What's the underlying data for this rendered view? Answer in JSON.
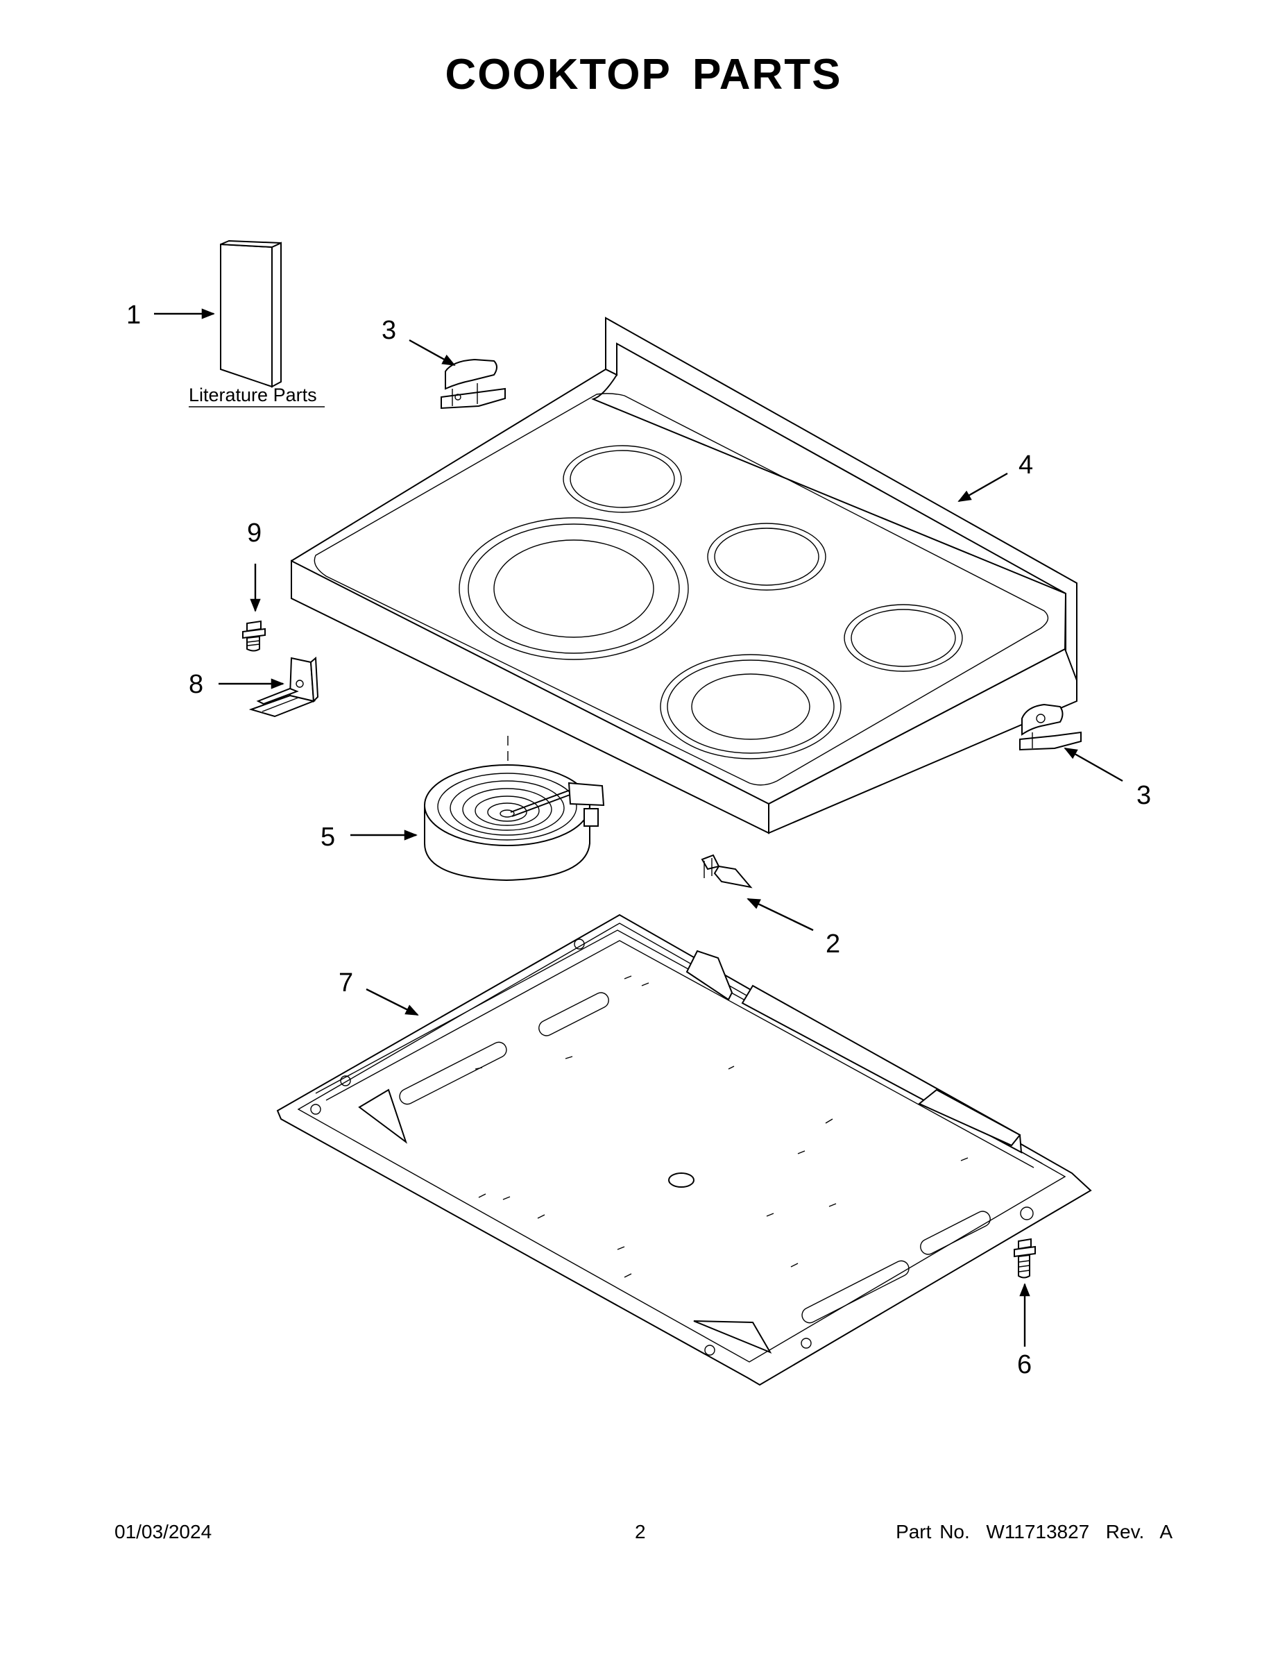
{
  "page": {
    "title": "COOKTOP PARTS"
  },
  "literature": {
    "label": "Literature Parts"
  },
  "callouts": {
    "c1": "1",
    "c2": "2",
    "c3a": "3",
    "c3b": "3",
    "c4": "4",
    "c5": "5",
    "c6": "6",
    "c7": "7",
    "c8": "8",
    "c9": "9"
  },
  "footer": {
    "date": "01/03/2024",
    "page_number": "2",
    "part_number": "Part No.  W11713827  Rev.  A"
  }
}
